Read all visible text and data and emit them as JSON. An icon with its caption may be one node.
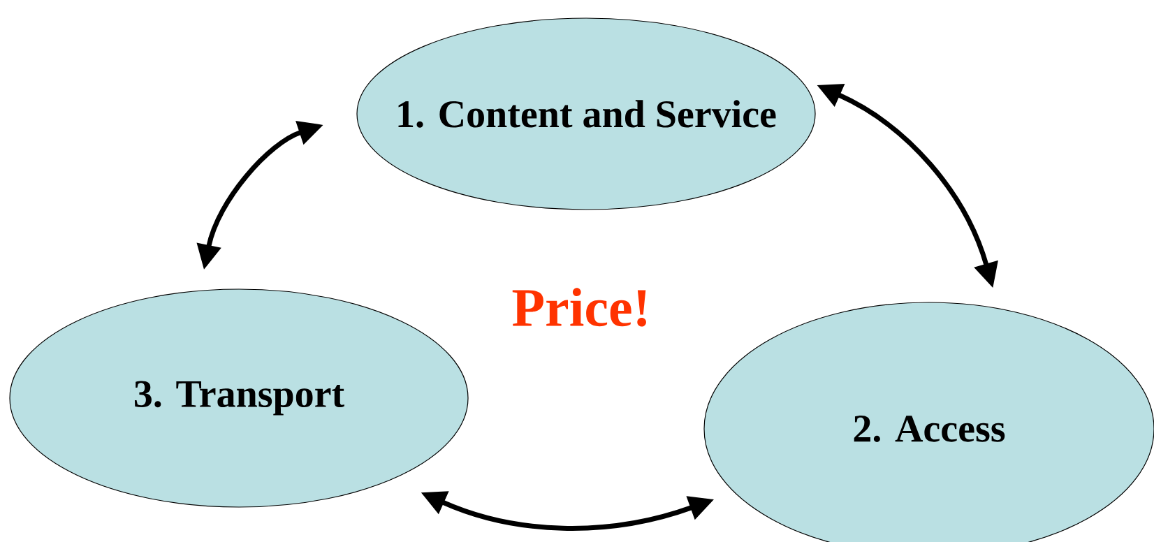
{
  "diagram": {
    "nodes": [
      {
        "text": [
          "1. Content and Service"
        ]
      },
      {
        "text": [
          "2. Access"
        ]
      },
      {
        "text": [
          "3. Transport"
        ]
      }
    ],
    "edges": [
      {
        "from": 0,
        "to": 2,
        "arrow": "both"
      },
      {
        "from": 0,
        "to": 1,
        "arrow": "both"
      },
      {
        "from": 2,
        "to": 1,
        "arrow": "both"
      }
    ],
    "labels": [
      "Price!"
    ]
  }
}
